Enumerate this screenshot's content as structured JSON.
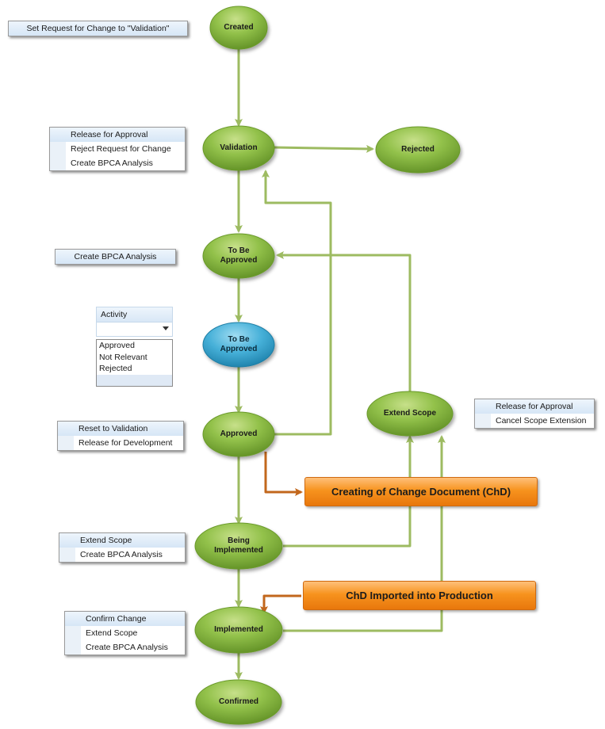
{
  "nodes": {
    "created": "Created",
    "validation": "Validation",
    "rejected": "Rejected",
    "to_be_approved_1": "To Be Approved",
    "to_be_approved_2": "To Be Approved",
    "approved": "Approved",
    "extend_scope": "Extend Scope",
    "being_implemented": "Being Implemented",
    "implemented": "Implemented",
    "confirmed": "Confirmed"
  },
  "menus": {
    "created_menu": [
      "Set Request for Change to \"Validation\""
    ],
    "validation_menu": [
      "Release for Approval",
      "Reject Request for Change",
      "Create BPCA Analysis"
    ],
    "to_be_approved_menu": [
      "Create BPCA Analysis"
    ],
    "approved_menu": [
      "Reset to Validation",
      "Release for Development"
    ],
    "being_implemented_menu": [
      "Extend Scope",
      "Create BPCA Analysis"
    ],
    "implemented_menu": [
      "Confirm Change",
      "Extend Scope",
      "Create BPCA Analysis"
    ],
    "extend_scope_menu": [
      "Release for Approval",
      "Cancel Scope Extension"
    ]
  },
  "activity": {
    "header": "Activity",
    "options": [
      "Approved",
      "Not Relevant",
      "Rejected"
    ]
  },
  "callouts": {
    "creating_chd": "Creating of Change Document (ChD)",
    "chd_imported": "ChD Imported into Production"
  },
  "colors": {
    "green_node": "#7fb03a",
    "blue_node": "#3aa6cf",
    "arrow_green": "#9dbb61",
    "arrow_orange": "#c2671c",
    "callout_orange": "#f7931e"
  }
}
